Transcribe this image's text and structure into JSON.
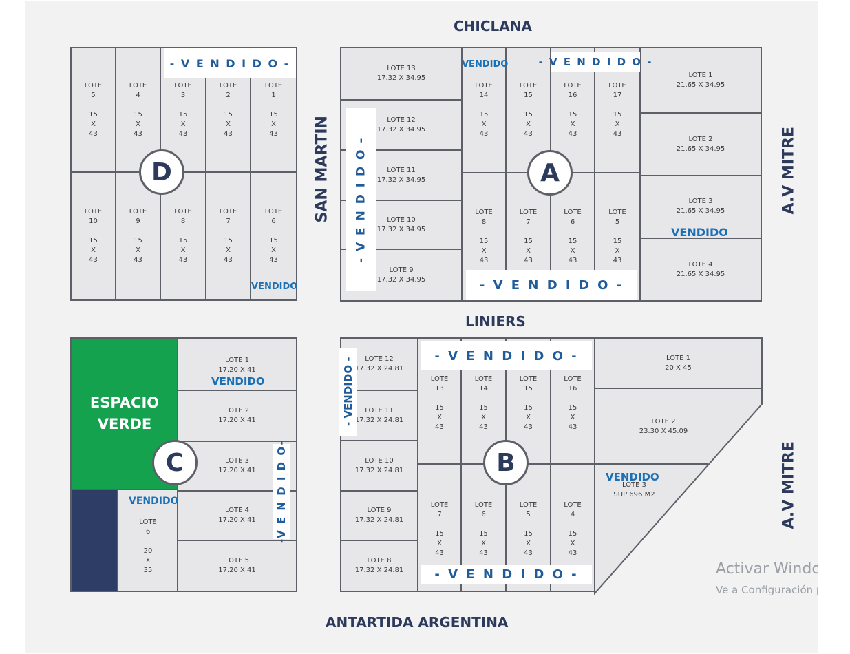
{
  "streets": {
    "top": "CHICLANA",
    "middle": "LINIERS",
    "bottom": "ANTARTIDA ARGENTINA",
    "left_vertical": "SAN MARTIN",
    "right_top": "A.V MITRE",
    "right_bottom": "A.V MITRE"
  },
  "blocks": {
    "D": "D",
    "A": "A",
    "C": "C",
    "B": "B"
  },
  "lots": {
    "d5": {
      "label": "LOTE",
      "num": "5",
      "dims": [
        "15",
        "X",
        "43"
      ]
    },
    "d4": {
      "label": "LOTE",
      "num": "4",
      "dims": [
        "15",
        "X",
        "43"
      ]
    },
    "d3": {
      "label": "LOTE",
      "num": "3",
      "dims": [
        "15",
        "X",
        "43"
      ]
    },
    "d2": {
      "label": "LOTE",
      "num": "2",
      "dims": [
        "15",
        "X",
        "43"
      ]
    },
    "d1": {
      "label": "LOTE",
      "num": "1",
      "dims": [
        "15",
        "X",
        "43"
      ]
    },
    "d10": {
      "label": "LOTE",
      "num": "10",
      "dims": [
        "15",
        "X",
        "43"
      ]
    },
    "d9": {
      "label": "LOTE",
      "num": "9",
      "dims": [
        "15",
        "X",
        "43"
      ]
    },
    "d8": {
      "label": "LOTE",
      "num": "8",
      "dims": [
        "15",
        "X",
        "43"
      ]
    },
    "d7": {
      "label": "LOTE",
      "num": "7",
      "dims": [
        "15",
        "X",
        "43"
      ]
    },
    "d6": {
      "label": "LOTE",
      "num": "6",
      "dims": [
        "15",
        "X",
        "43"
      ]
    },
    "a13": {
      "name": "LOTE 13",
      "size": "17.32 X 34.95"
    },
    "a12": {
      "name": "LOTE 12",
      "size": "17.32 X 34.95"
    },
    "a11": {
      "name": "LOTE 11",
      "size": "17.32 X 34.95"
    },
    "a10": {
      "name": "LOTE 10",
      "size": "17.32 X 34.95"
    },
    "a9": {
      "name": "LOTE 9",
      "size": "17.32 X 34.95"
    },
    "a14": {
      "label": "LOTE",
      "num": "14",
      "dims": [
        "15",
        "X",
        "43"
      ]
    },
    "a15": {
      "label": "LOTE",
      "num": "15",
      "dims": [
        "15",
        "X",
        "43"
      ]
    },
    "a16": {
      "label": "LOTE",
      "num": "16",
      "dims": [
        "15",
        "X",
        "43"
      ]
    },
    "a17": {
      "label": "LOTE",
      "num": "17",
      "dims": [
        "15",
        "X",
        "43"
      ]
    },
    "a8": {
      "label": "LOTE",
      "num": "8",
      "dims": [
        "15",
        "X",
        "43"
      ]
    },
    "a7": {
      "label": "LOTE",
      "num": "7",
      "dims": [
        "15",
        "X",
        "43"
      ]
    },
    "a6": {
      "label": "LOTE",
      "num": "6",
      "dims": [
        "15",
        "X",
        "43"
      ]
    },
    "a5": {
      "label": "LOTE",
      "num": "5",
      "dims": [
        "15",
        "X",
        "43"
      ]
    },
    "a1": {
      "name": "LOTE 1",
      "size": "21.65 X 34.95"
    },
    "a2": {
      "name": "LOTE 2",
      "size": "21.65 X 34.95"
    },
    "a3": {
      "name": "LOTE 3",
      "size": "21.65 X 34.95"
    },
    "a4": {
      "name": "LOTE 4",
      "size": "21.65 X 34.95"
    },
    "c1": {
      "name": "LOTE 1",
      "size": "17.20 X 41"
    },
    "c2": {
      "name": "LOTE 2",
      "size": "17.20 X 41"
    },
    "c3": {
      "name": "LOTE 3",
      "size": "17.20 X 41"
    },
    "c4": {
      "name": "LOTE 4",
      "size": "17.20 X 41"
    },
    "c5": {
      "name": "LOTE 5",
      "size": "17.20 X 41"
    },
    "c6": {
      "label": "LOTE",
      "num": "6",
      "dims": [
        "20",
        "X",
        "35"
      ]
    },
    "b12": {
      "name": "LOTE 12",
      "size": "17.32 X 24.81"
    },
    "b11": {
      "name": "LOTE 11",
      "size": "17.32 X 24.81"
    },
    "b10": {
      "name": "LOTE 10",
      "size": "17.32 X 24.81"
    },
    "b9": {
      "name": "LOTE 9",
      "size": "17.32 X 24.81"
    },
    "b8": {
      "name": "LOTE 8",
      "size": "17.32 X 24.81"
    },
    "b13": {
      "label": "LOTE",
      "num": "13",
      "dims": [
        "15",
        "X",
        "43"
      ]
    },
    "b14": {
      "label": "LOTE",
      "num": "14",
      "dims": [
        "15",
        "X",
        "43"
      ]
    },
    "b15": {
      "label": "LOTE",
      "num": "15",
      "dims": [
        "15",
        "X",
        "43"
      ]
    },
    "b16": {
      "label": "LOTE",
      "num": "16",
      "dims": [
        "15",
        "X",
        "43"
      ]
    },
    "b7": {
      "label": "LOTE",
      "num": "7",
      "dims": [
        "15",
        "X",
        "43"
      ]
    },
    "b6": {
      "label": "LOTE",
      "num": "6",
      "dims": [
        "15",
        "X",
        "43"
      ]
    },
    "b5": {
      "label": "LOTE",
      "num": "5",
      "dims": [
        "15",
        "X",
        "43"
      ]
    },
    "b4": {
      "label": "LOTE",
      "num": "4",
      "dims": [
        "15",
        "X",
        "43"
      ]
    },
    "b1": {
      "name": "LOTE 1",
      "size": "20 X 45"
    },
    "b2": {
      "name": "LOTE 2",
      "size": "23.30 X 45.09"
    },
    "b3": {
      "name": "LOTE 3",
      "size": "SUP 696 M2"
    }
  },
  "green_space": {
    "line1": "ESPACIO",
    "line2": "VERDE"
  },
  "sold": {
    "d_top": "- V E N D I D O -",
    "d_bottom": "VENDIDO",
    "a_small": "VENDIDO",
    "a_top": "- V E N D I D O -",
    "a_left_vertical": "- V E N D I D O -",
    "a_bottom": "- V E N D I D O -",
    "a_lote3": "VENDIDO",
    "c_lote1": "VENDIDO",
    "c_vertical": "-V E N D I D O-",
    "c_lote6": "VENDIDO",
    "b_top": "- V E N D I D O -",
    "b_left_vertical": "- VENDIDO -",
    "b_bottom": "- V E N D I D O -",
    "b_lote3": "VENDIDO"
  },
  "watermark": {
    "line1": "Activar Windows",
    "line2": "Ve a Configuración para activar Windows."
  },
  "colors": {
    "lot_fill": "#e7e7e9",
    "border": "#5e6068",
    "street_text": "#2c3a5c",
    "sold_text": "#1a6fb5",
    "green_space": "#14a24e",
    "navy_block": "#2e3d66"
  }
}
